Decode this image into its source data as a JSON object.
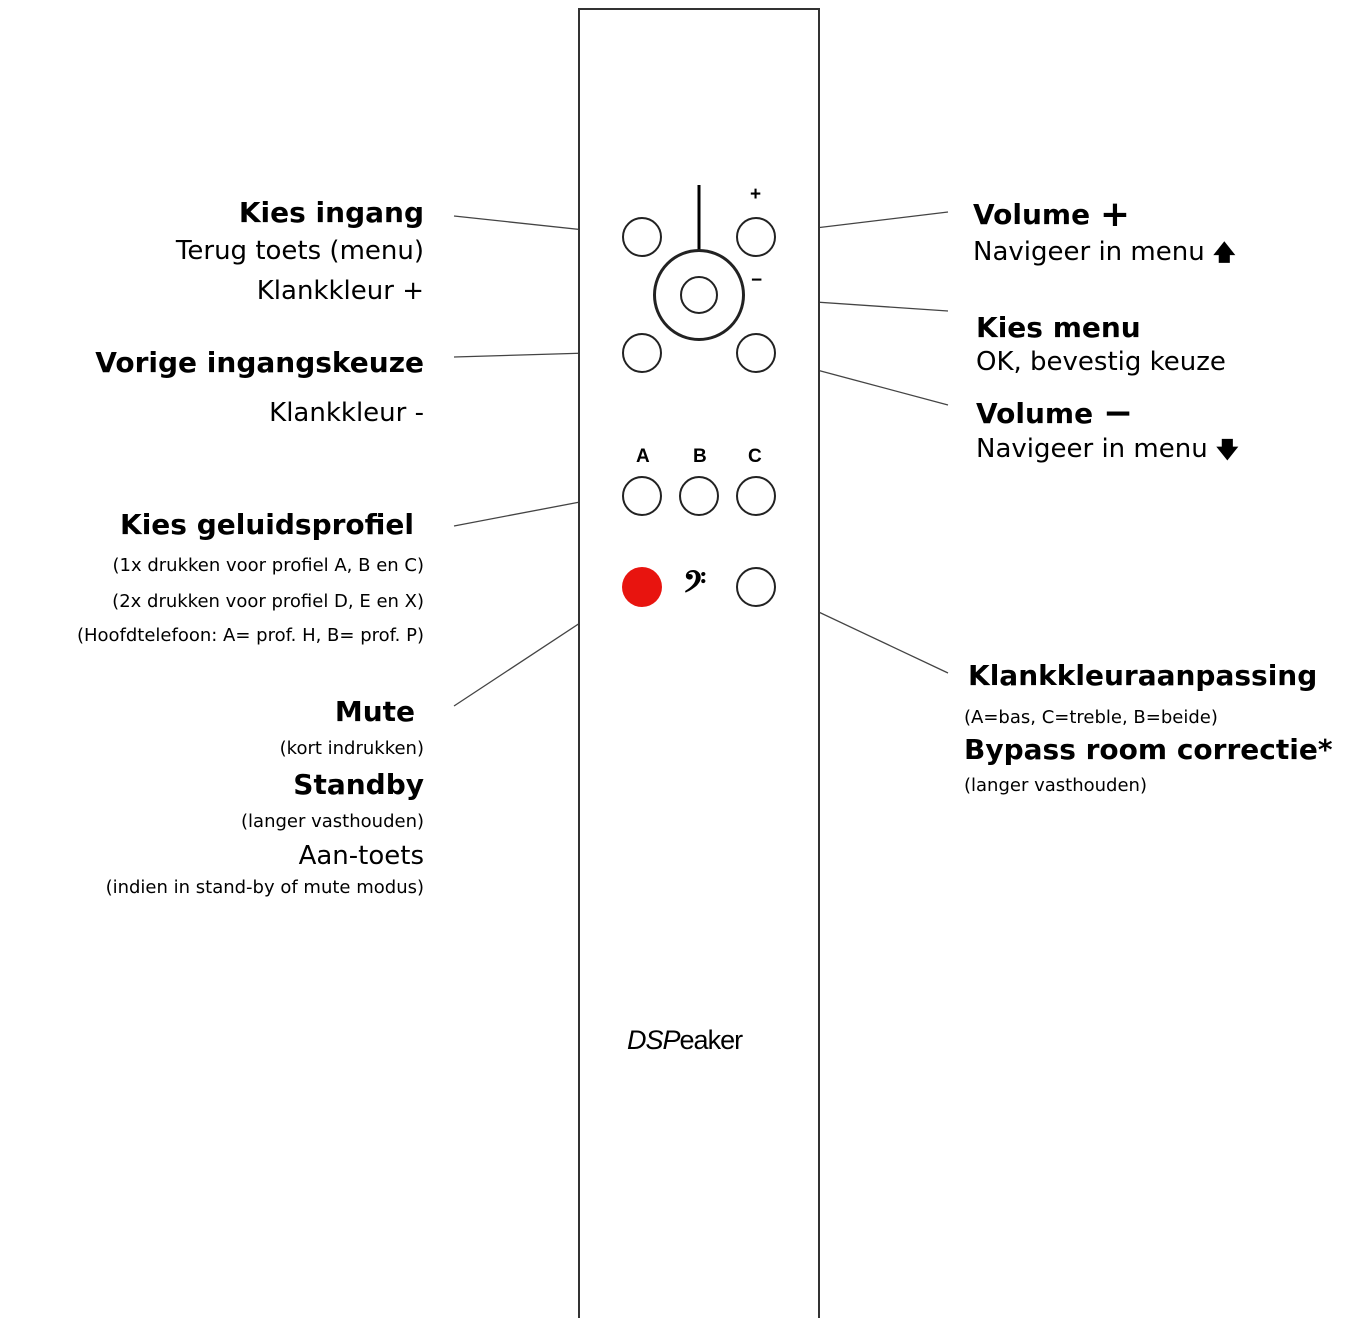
{
  "left": {
    "kies_ingang": "Kies ingang",
    "terug_toets": "Terug toets (menu)",
    "klankkleur_plus": "Klankkleur +",
    "vorige_ingangskeuze": "Vorige ingangskeuze",
    "klankkleur_min": "Klankkleur -",
    "kies_geluidsprofiel": "Kies geluidsprofiel",
    "profiel_line1": "(1x drukken voor profiel A, B en C)",
    "profiel_line2": "(2x drukken voor profiel D, E en X)",
    "profiel_line3": "(Hoofdtelefoon: A= prof. H, B= prof. P)",
    "mute": "Mute",
    "mute_sub": "(kort indrukken)",
    "standby": "Standby",
    "standby_sub": "(langer vasthouden)",
    "aan_toets": "Aan-toets",
    "aan_toets_sub": "(indien in stand-by of mute modus)"
  },
  "right": {
    "volume_plus_label": "Volume",
    "volume_plus_symbol": "+",
    "navigeer_up": "Navigeer in menu",
    "navigeer_up_icon": "arrow-up",
    "kies_menu": "Kies menu",
    "ok_bevestig": "OK, bevestig keuze",
    "volume_min_label": "Volume",
    "volume_min_symbol": "−",
    "navigeer_down": "Navigeer in menu",
    "navigeer_down_icon": "arrow-down",
    "klankkleuraanpassing": "Klankkleuraanpassing",
    "klank_sub": "(A=bas, C=treble, B=beide)",
    "bypass": "Bypass room correctie*",
    "bypass_sub": "(langer vasthouden)"
  },
  "remote": {
    "plus_mark": "+",
    "minus_mark": "−",
    "label_a": "A",
    "label_b": "B",
    "label_c": "C",
    "bass_icon": "bass-clef",
    "logo_italic": "DSP",
    "logo_rest": "eaker",
    "mute_color": "#e8140f"
  }
}
